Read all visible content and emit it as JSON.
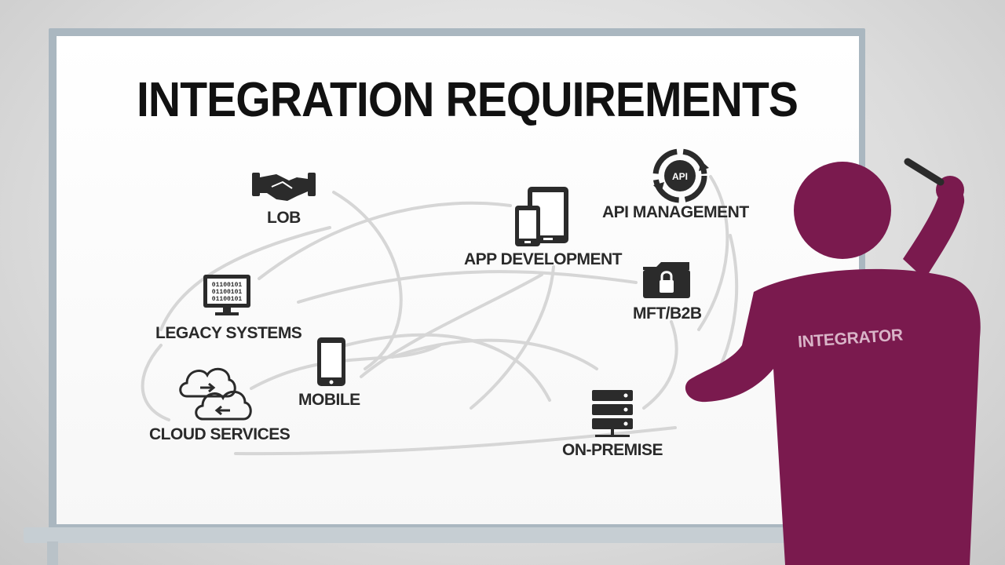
{
  "title": "INTEGRATION REQUIREMENTS",
  "nodes": {
    "lob": "LOB",
    "legacy_systems": "LEGACY SYSTEMS",
    "cloud_services": "CLOUD SERVICES",
    "mobile": "MOBILE",
    "app_development": "APP DEVELOPMENT",
    "api_management": "API MANAGEMENT",
    "mft_b2b": "MFT/B2B",
    "on_premise": "ON-PREMISE"
  },
  "api_icon_text": "API",
  "legacy_icon_rows": [
    "01100101",
    "01100101",
    "01100101"
  ],
  "integrator_label": "INTEGRATOR",
  "colors": {
    "figure": "#7a1a4e",
    "icon": "#2b2b2b",
    "connector": "#d6d6d6",
    "board_frame": "#aab7c0"
  }
}
